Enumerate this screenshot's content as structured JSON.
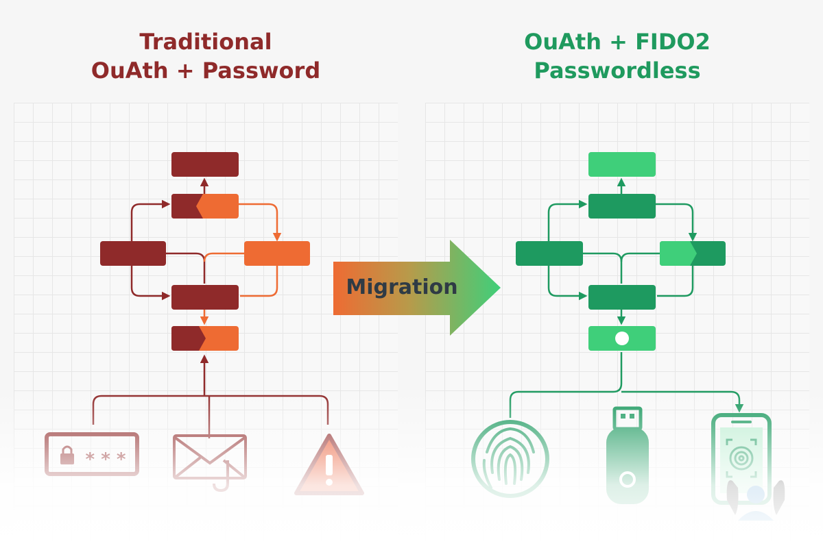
{
  "left": {
    "title_line1": "Traditional",
    "title_line2": "OuAth + Password"
  },
  "right": {
    "title_line1": "OuAth + FIDO2",
    "title_line2": "Passwordless"
  },
  "migration": {
    "label": "Migration"
  },
  "password_field": {
    "masked_text": "* * *"
  },
  "colors": {
    "traditional_dark": "#8f2a2a",
    "traditional_orange": "#ee6b33",
    "fido_green": "#1e9a60",
    "fido_light_green": "#3fcf7a"
  }
}
